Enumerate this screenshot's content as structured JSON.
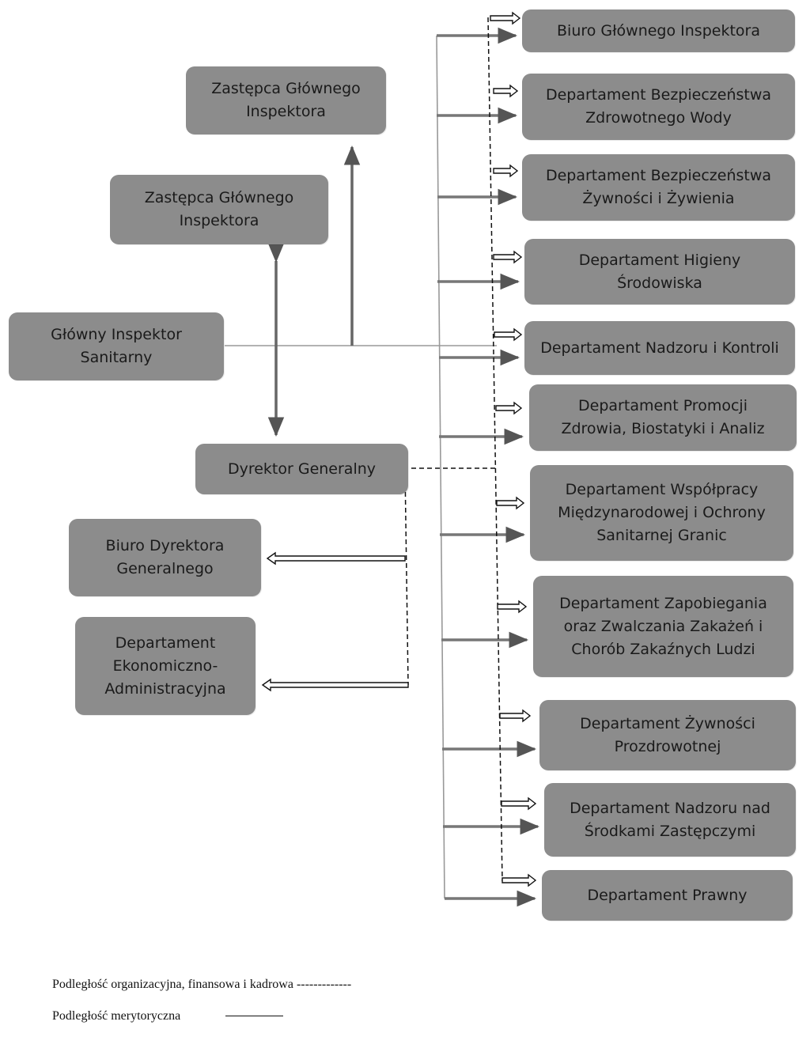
{
  "nodes": {
    "gis": "Główny Inspektor\nSanitarny",
    "deputy1": "Zastępca Głównego\nInspektora",
    "deputy2": "Zastępca Głównego\nInspektora",
    "director": "Dyrektor Generalny",
    "biuro_dg": "Biuro Dyrektora\nGeneralnego",
    "dep_ekon": "Departament\nEkonomiczno-\nAdministracyjna",
    "biuro_gi": "Biuro Głównego Inspektora",
    "dep_wody": "Departament Bezpieczeństwa\nZdrowotnego Wody",
    "dep_zywnosci": "Departament Bezpieczeństwa\nŻywności i Żywienia",
    "dep_higieny": "Departament Higieny\nŚrodowiska",
    "dep_nadzoru": "Departament Nadzoru i Kontroli",
    "dep_promocji": "Departament Promocji\nZdrowia, Biostatyki i Analiz",
    "dep_wspolpracy": "Departament Współpracy\nMiędzynarodowej i Ochrony\nSanitarnej Granic",
    "dep_zapobiegania": "Departament Zapobiegania\noraz Zwalczania Zakażeń i\nChorób Zakaźnych Ludzi",
    "dep_prozdrowotnej": "Departament Żywności\nProzdrowotnej",
    "dep_srodkow": "Departament Nadzoru nad\nŚrodkami Zastępczymi",
    "dep_prawny": "Departament Prawny"
  },
  "legend": {
    "organizational": "Podległość organizacyjna, finansowa i kadrowa -------------",
    "substantive": "Podległość merytoryczna"
  },
  "colors": {
    "box_fill": "#8c8c8c",
    "text": "#1a1a1a",
    "line": "#777777"
  }
}
